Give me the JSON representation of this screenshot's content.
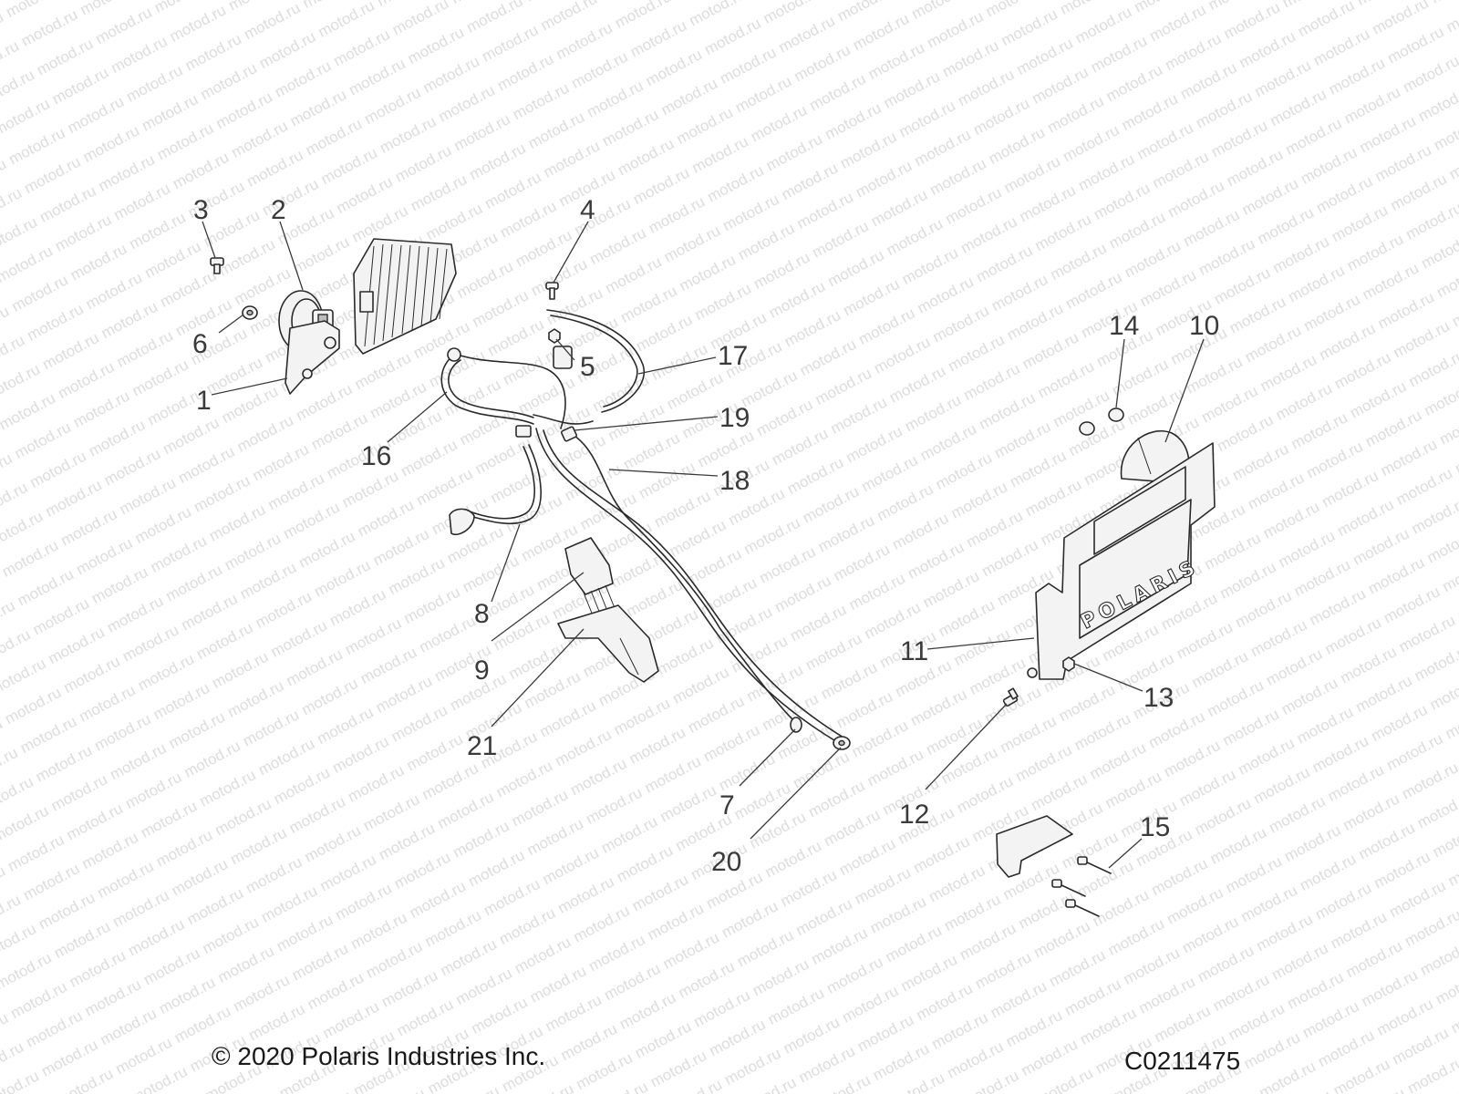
{
  "watermark": {
    "text": "motod.ru"
  },
  "callouts": {
    "c1": "1",
    "c2": "2",
    "c3": "3",
    "c4": "4",
    "c5": "5",
    "c6": "6",
    "c7": "7",
    "c8": "8",
    "c9": "9",
    "c10": "10",
    "c11": "11",
    "c12": "12",
    "c13": "13",
    "c14": "14",
    "c15": "15",
    "c16": "16",
    "c17": "17",
    "c18": "18",
    "c19": "19",
    "c20": "20",
    "c21": "21"
  },
  "plate_text": "POLARIS",
  "footer": {
    "copyright": "© 2020 Polaris Industries Inc.",
    "code": "C0211475"
  },
  "colors": {
    "line": "#2a2a2a",
    "watermark": "#dcdcdc",
    "background": "#ffffff"
  }
}
